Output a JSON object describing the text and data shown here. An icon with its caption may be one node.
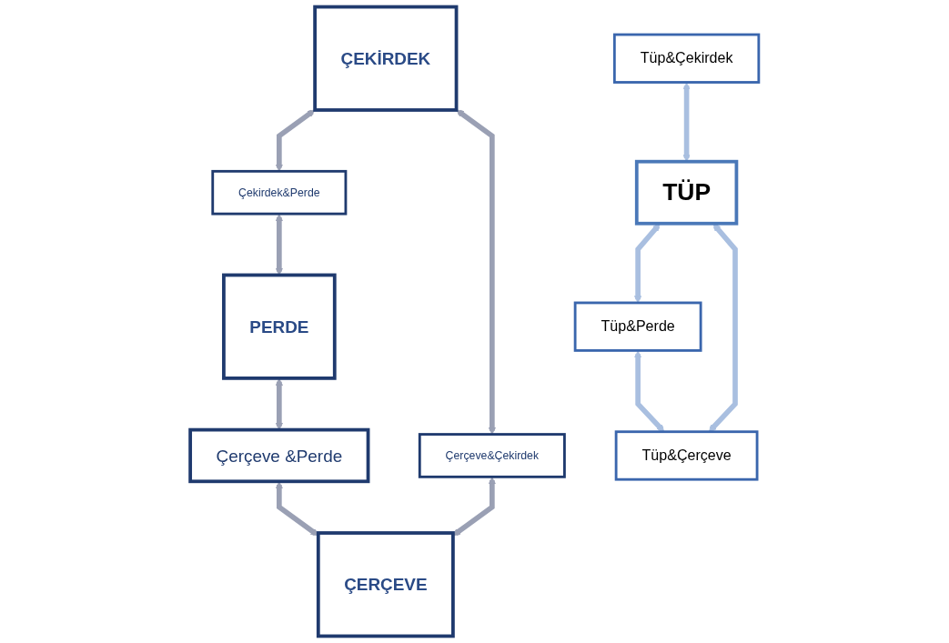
{
  "diagram": {
    "nodes": [
      {
        "text": [
          "ÇEKİRDEK"
        ]
      },
      {
        "text": [
          "Tüp&Çekirdek"
        ]
      },
      {
        "text": [
          "Çekirdek&Perde"
        ]
      },
      {
        "text": [
          "TÜP"
        ]
      },
      {
        "text": [
          "Çerçeve&Çekirdek"
        ]
      },
      {
        "text": [
          "Tüp&Perde"
        ]
      },
      {
        "text": [
          "Tüp&Çerçeve"
        ]
      },
      {
        "text": [
          "PERDE"
        ]
      },
      {
        "text": [
          "Çerçeve &Perde"
        ]
      },
      {
        "text": [
          "ÇERÇEVE"
        ]
      }
    ],
    "edges": [
      {
        "from": 0,
        "to": 2,
        "arrow": "both"
      },
      {
        "from": 0,
        "to": 4,
        "arrow": "both"
      },
      {
        "from": 1,
        "to": 3,
        "arrow": "both",
        "color": "#a9bfe0"
      },
      {
        "from": 2,
        "to": 7,
        "arrow": "both"
      },
      {
        "from": 4,
        "to": 9,
        "arrow": "both"
      },
      {
        "from": 3,
        "to": 5,
        "arrow": "both",
        "color": "#a9bfe0"
      },
      {
        "from": 3,
        "to": 6,
        "arrow": "both",
        "color": "#a9bfe0"
      },
      {
        "from": 5,
        "to": 6,
        "arrow": "both",
        "color": "#a9bfe0"
      },
      {
        "from": 7,
        "to": 8,
        "arrow": "both"
      },
      {
        "from": 8,
        "to": 9,
        "arrow": "both"
      }
    ]
  }
}
